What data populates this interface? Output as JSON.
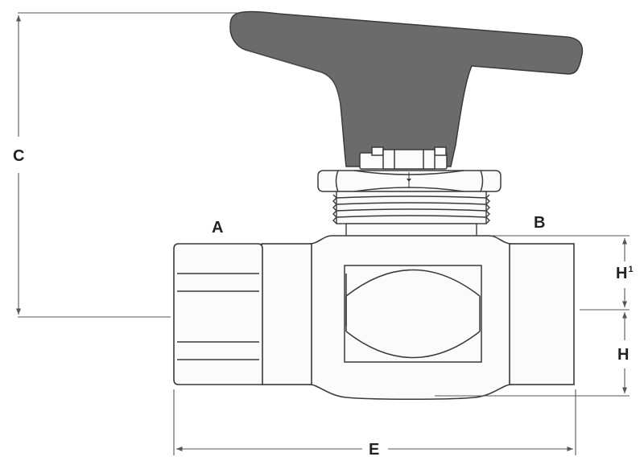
{
  "colors": {
    "handle": "#6b6b6b",
    "outline": "#3a3a3a",
    "body_fill": "#fbfbfb",
    "dimension_line": "#555555",
    "label": "#222222"
  },
  "icons": {
    "handle": "t-handle-icon",
    "ball": "ball-cutaway-icon"
  },
  "labels": {
    "port_a": "A",
    "port_b": "B",
    "dim_c": "C",
    "dim_h1_base": "H",
    "dim_h1_sup": "1",
    "dim_h": "H",
    "dim_e": "E"
  }
}
